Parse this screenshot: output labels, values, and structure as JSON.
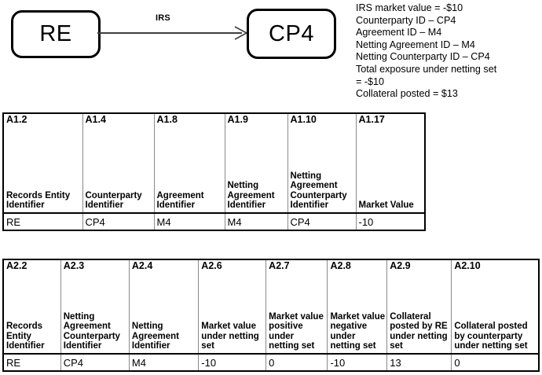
{
  "diagram": {
    "nodes": [
      {
        "id": "re",
        "label": "RE"
      },
      {
        "id": "cp4",
        "label": "CP4"
      }
    ],
    "edge_label": "IRS",
    "arrow_icon": "arrow-right-icon"
  },
  "annotations": {
    "lines": [
      "IRS market value =  -$10",
      "Counterparty ID – CP4",
      "Agreement ID – M4",
      "Netting Agreement ID – M4",
      "Netting Counterparty ID – CP4",
      "Total exposure under netting set",
      "= -$10",
      "Collateral posted = $13"
    ]
  },
  "table1": {
    "codes": [
      "A1.2",
      "A1.4",
      "A1.8",
      "A1.9",
      "A1.10",
      "A1.17"
    ],
    "names": [
      "Records Entity Identifier",
      "Counterparty Identifier",
      "Agreement Identifier",
      "Netting Agreement Identifier",
      "Netting Agreement Counterparty Identifier",
      "Market Value"
    ],
    "values": [
      "RE",
      "CP4",
      "M4",
      "M4",
      "CP4",
      "-10"
    ],
    "value_align": [
      "left",
      "left",
      "left",
      "left",
      "left",
      "right"
    ]
  },
  "table2": {
    "codes": [
      "A2.2",
      "A2.3",
      "A2.4",
      "A2.6",
      "A2.7",
      "A2.8",
      "A2.9",
      "A2.10"
    ],
    "names": [
      "Records Entity Identifier",
      "Netting Agreement Counterparty Identifier",
      "Netting Agreement Identifier",
      "Market value under netting set",
      "Market value positive under netting set",
      "Market value negative under netting set",
      "Collateral posted by RE under netting set",
      "Collateral posted by counterparty under netting set"
    ],
    "values": [
      "RE",
      "CP4",
      "M4",
      "-10",
      "0",
      "-10",
      "13",
      "0"
    ],
    "value_align": [
      "left",
      "left",
      "left",
      "right",
      "right",
      "right",
      "right",
      "right"
    ]
  },
  "colors": {
    "text": "#000000",
    "box_border": "#000000",
    "grid_line": "#8a8a8a",
    "table_border": "#000000",
    "arrow": "#3f3f3f"
  }
}
